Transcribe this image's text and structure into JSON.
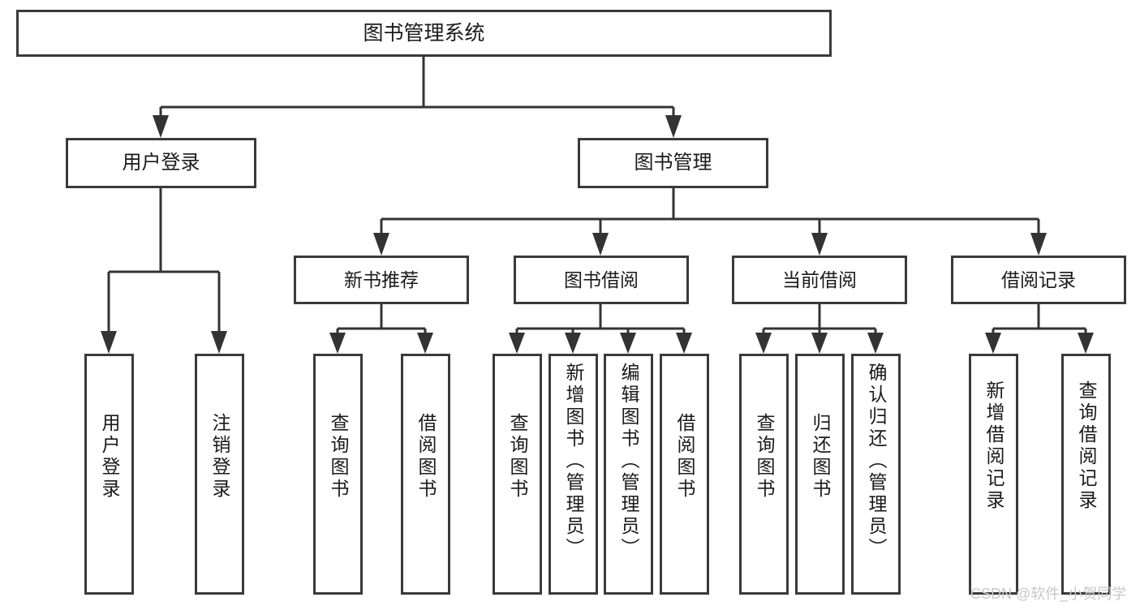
{
  "diagram": {
    "title": "图书管理系统",
    "type": "functional-structure-tree",
    "watermark": "CSDN @软件_小贺同学",
    "colors": {
      "box_border": "#3a3a3a",
      "box_fill": "#ffffff",
      "connector": "#333333",
      "text": "#1a1a1a",
      "watermark": "#c8c8c8",
      "page_background": "#ffffff"
    },
    "root": {
      "id": "root",
      "label": "图书管理系统",
      "orientation": "horizontal"
    },
    "level2": [
      {
        "id": "user-login",
        "label": "用户登录",
        "orientation": "horizontal"
      },
      {
        "id": "book-manage",
        "label": "图书管理",
        "orientation": "horizontal"
      }
    ],
    "level3": [
      {
        "id": "new-book-recommend",
        "label": "新书推荐",
        "orientation": "horizontal"
      },
      {
        "id": "book-borrow",
        "label": "图书借阅",
        "orientation": "horizontal"
      },
      {
        "id": "current-borrow",
        "label": "当前借阅",
        "orientation": "horizontal"
      },
      {
        "id": "borrow-record",
        "label": "借阅记录",
        "orientation": "horizontal"
      }
    ],
    "leaves": {
      "user-login": [
        {
          "id": "leaf-user-login",
          "label": "用户登录",
          "orientation": "vertical"
        },
        {
          "id": "leaf-logout",
          "label": "注销登录",
          "orientation": "vertical"
        }
      ],
      "new-book-recommend": [
        {
          "id": "leaf-query-book-1",
          "label": "查询图书",
          "orientation": "vertical"
        },
        {
          "id": "leaf-borrow-book-1",
          "label": "借阅图书",
          "orientation": "vertical"
        }
      ],
      "book-borrow": [
        {
          "id": "leaf-query-book-2",
          "label": "查询图书",
          "orientation": "vertical"
        },
        {
          "id": "leaf-add-book",
          "label": "新增图书（管理员）",
          "orientation": "vertical"
        },
        {
          "id": "leaf-edit-book",
          "label": "编辑图书（管理员）",
          "orientation": "vertical"
        },
        {
          "id": "leaf-borrow-book-2",
          "label": "借阅图书",
          "orientation": "vertical"
        }
      ],
      "current-borrow": [
        {
          "id": "leaf-query-book-3",
          "label": "查询图书",
          "orientation": "vertical"
        },
        {
          "id": "leaf-return-book",
          "label": "归还图书",
          "orientation": "vertical"
        },
        {
          "id": "leaf-confirm-return",
          "label": "确认归还（管理员）",
          "orientation": "vertical"
        }
      ],
      "borrow-record": [
        {
          "id": "leaf-add-record",
          "label": "新增借阅记录",
          "orientation": "vertical"
        },
        {
          "id": "leaf-query-record",
          "label": "查询借阅记录",
          "orientation": "vertical"
        }
      ]
    }
  }
}
